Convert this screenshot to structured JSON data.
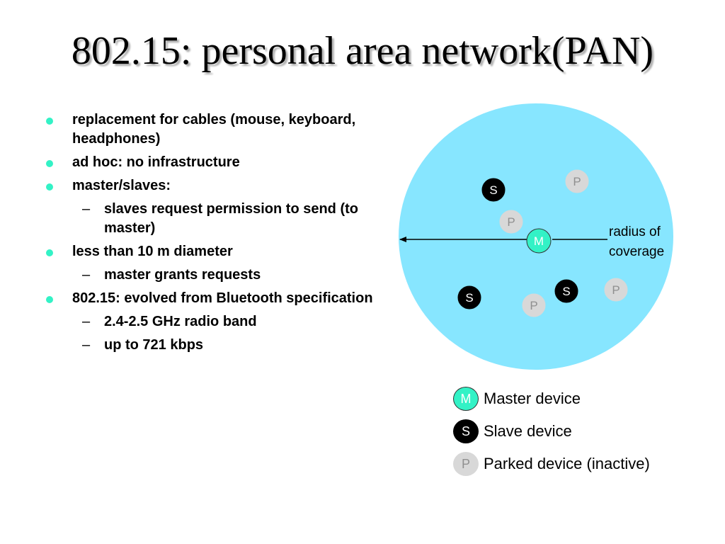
{
  "title": "802.15: personal area network(PAN)",
  "bullets": [
    {
      "level": 1,
      "text": "replacement for cables (mouse, keyboard, headphones)"
    },
    {
      "level": 1,
      "text": "ad hoc: no infrastructure"
    },
    {
      "level": 1,
      "text": "master/slaves:"
    },
    {
      "level": 2,
      "text": "slaves request permission to send (to master)"
    },
    {
      "level": 1,
      "text": "less than 10 m diameter"
    },
    {
      "level": 2,
      "text": "master grants requests"
    },
    {
      "level": 1,
      "text": "802.15: evolved from Bluetooth specification"
    },
    {
      "level": 2,
      "text": "2.4-2.5 GHz radio band"
    },
    {
      "level": 2,
      "text": "up to 721 kbps"
    }
  ],
  "bullet_symbols": {
    "level2": "–"
  },
  "diagram": {
    "radius_label_line1": "radius of",
    "radius_label_line2": "coverage",
    "node_types": {
      "master": {
        "letter": "M",
        "fill": "#33f2c6",
        "text_color": "#ffffff",
        "stroke": "#333333"
      },
      "slave": {
        "letter": "S",
        "fill": "#000000",
        "text_color": "#ffffff",
        "stroke": "#000000"
      },
      "parked": {
        "letter": "P",
        "fill": "#d8d8d8",
        "text_color": "#909090",
        "stroke": "#d8d8d8"
      }
    },
    "node_order": [
      "slave",
      "parked",
      "parked",
      "master",
      "slave",
      "slave",
      "parked",
      "parked"
    ]
  },
  "legend": [
    {
      "type": "master",
      "label": "Master device"
    },
    {
      "type": "slave",
      "label": "Slave device"
    },
    {
      "type": "parked",
      "label": "Parked device (inactive)"
    }
  ],
  "colors": {
    "coverage_fill": "#87e6ff",
    "bullet_dot": "#33f2c6",
    "title_shadow": "#b0b0b0"
  }
}
